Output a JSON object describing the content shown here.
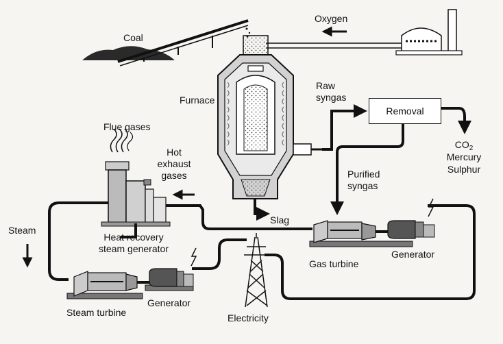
{
  "labels": {
    "coal": "Coal",
    "oxygen": "Oxygen",
    "furnace": "Furnace",
    "raw_syngas_1": "Raw",
    "raw_syngas_2": "syngas",
    "removal": "Removal",
    "co2_main": "CO",
    "co2_sub": "2",
    "mercury": "Mercury",
    "sulphur": "Sulphur",
    "flue_gases": "Flue gases",
    "hot_exhaust_1": "Hot",
    "hot_exhaust_2": "exhaust",
    "hot_exhaust_3": "gases",
    "purified_1": "Purified",
    "purified_2": "syngas",
    "steam": "Steam",
    "slag": "Slag",
    "hrsg_1": "Heat recovery",
    "hrsg_2": "steam generator",
    "gas_turbine": "Gas turbine",
    "generator_right": "Generator",
    "steam_turbine": "Steam turbine",
    "generator_left": "Generator",
    "electricity": "Electricity"
  },
  "colors": {
    "ink": "#111111",
    "background": "#f6f5f2",
    "machine_gray": "#9a9a9a",
    "machine_dark": "#555555"
  }
}
